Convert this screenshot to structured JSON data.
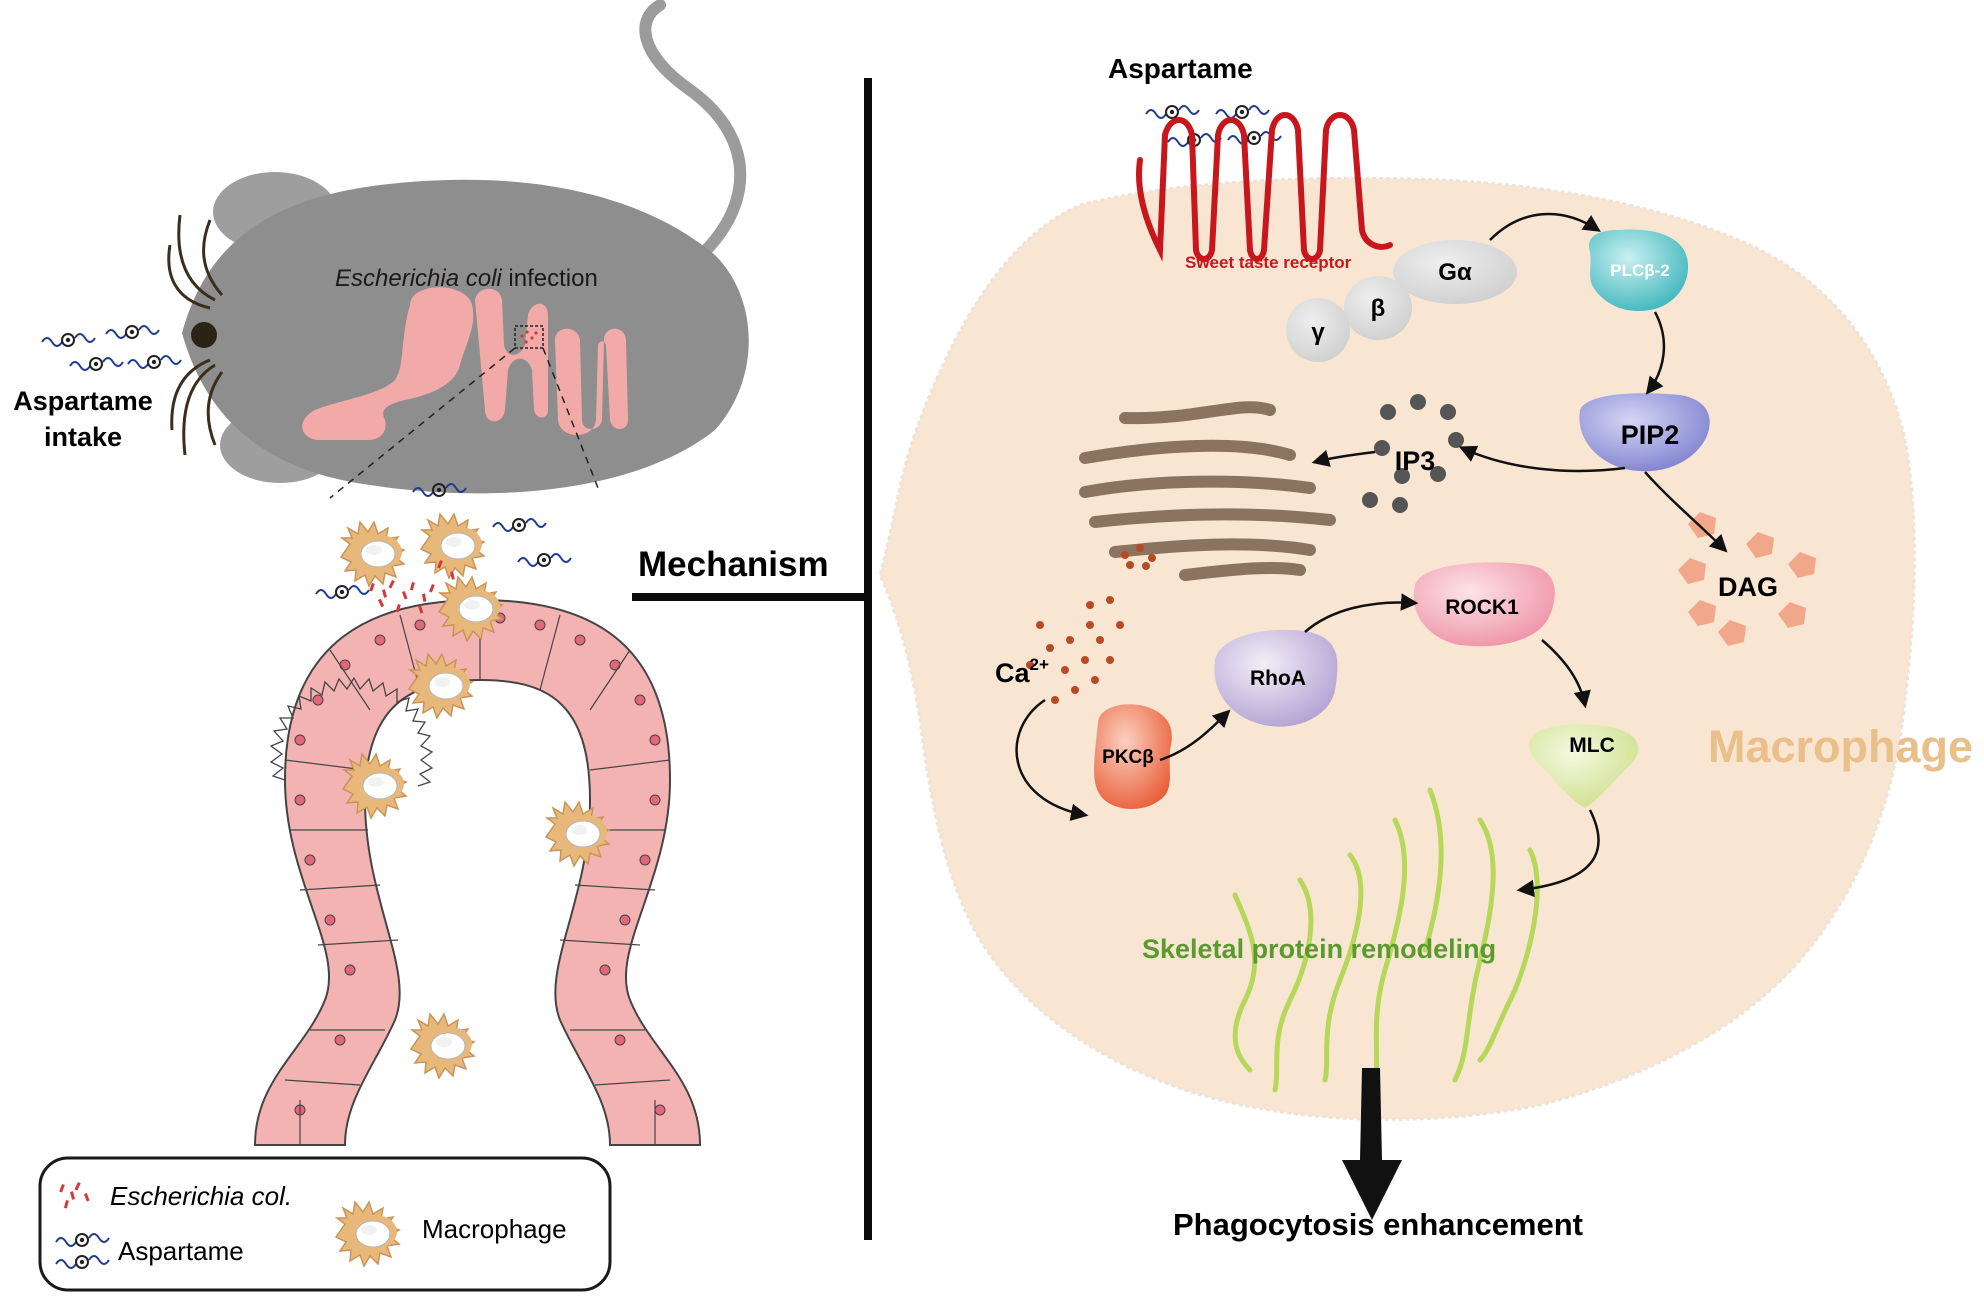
{
  "left_panel": {
    "infection_label_italic": "Escherichia coli",
    "infection_label_rest": " infection",
    "intake_line1": "Aspartame",
    "intake_line2": "intake"
  },
  "divider": {
    "mechanism_label": "Mechanism"
  },
  "legend": {
    "ecoli_label": "Escherichia col.",
    "aspartame_label": "Aspartame",
    "macrophage_label": "Macrophage"
  },
  "right_panel": {
    "aspartame_label": "Aspartame",
    "receptor_label": "Sweet taste receptor",
    "galpha": "Gα",
    "gbeta": "β",
    "ggamma": "γ",
    "plcb2": "PLCβ-2",
    "pip2": "PIP2",
    "ip3": "IP3",
    "dag": "DAG",
    "ca_base": "Ca",
    "ca_sup": "2+",
    "pkcb": "PKCβ",
    "rhoa": "RhoA",
    "rock1": "ROCK1",
    "mlc": "MLC",
    "skeletal": "Skeletal protein remodeling",
    "macrophage": "Macrophage",
    "outcome": "Phagocytosis enhancement"
  },
  "colors": {
    "mouse_body": "#8e8e8e",
    "intestine": "#f2aaa8",
    "epithelium": "#f4b3b3",
    "macrophage_fill": "#e8b87a",
    "cell_fill": "#f8e6d2",
    "receptor": "#c8161d",
    "golgi": "#8a7460",
    "actin": "#b6d75a",
    "skeletal_text": "#5a9a2e",
    "macrophage_text": "#e9c08a",
    "plcb": "#4fbfc4",
    "pip2": "#8d8fd6",
    "dag": "#f0a78a",
    "pkcb": "#ee6e4a",
    "rhoa": "#c6b7dc",
    "rock1": "#f1a4b4",
    "mlc": "#d7e6a0",
    "calcium": "#b84a25"
  }
}
